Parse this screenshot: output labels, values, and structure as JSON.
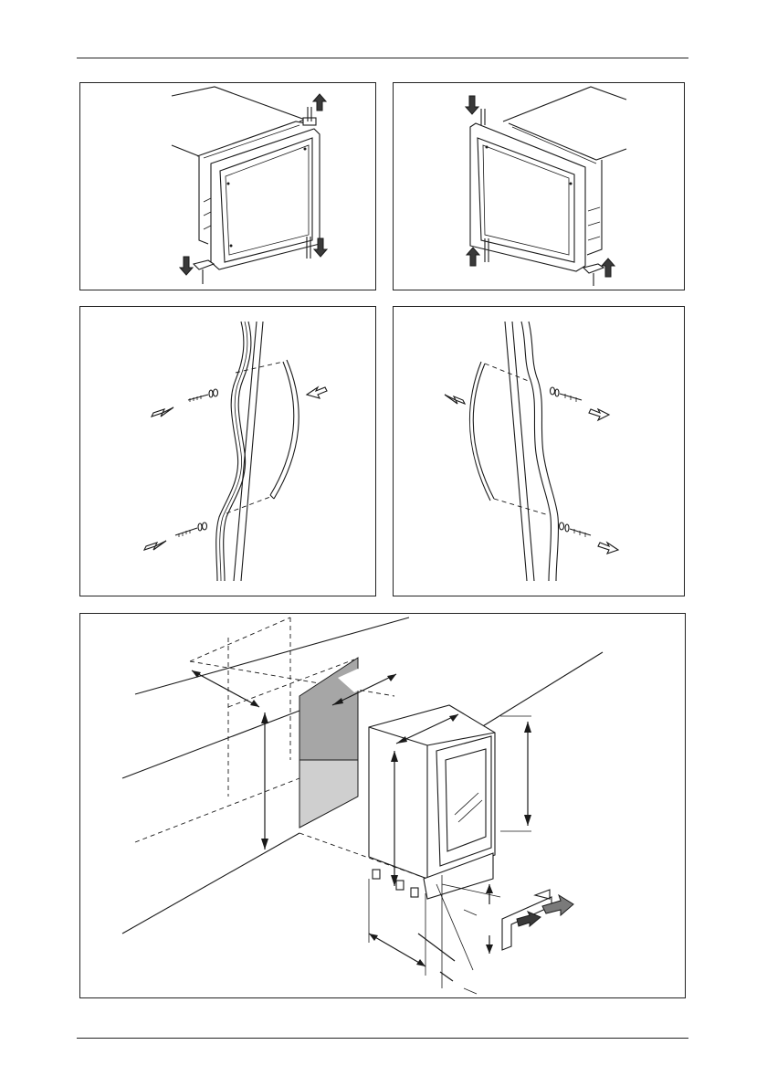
{
  "page": {
    "top_rule": "",
    "bottom_rule": ""
  },
  "figures": [
    {
      "id": "remove-door-left-hinges",
      "caption": ""
    },
    {
      "id": "mount-door-right-hinges",
      "caption": ""
    },
    {
      "id": "remove-handle",
      "caption": ""
    },
    {
      "id": "mount-handle-opposite",
      "caption": ""
    },
    {
      "id": "installation-niche-dimensions",
      "caption": ""
    }
  ],
  "colors": {
    "line": "#1a1a1a",
    "niche_shade_dark": "#a6a6a6",
    "niche_shade_light": "#cfcfcf",
    "arrow_fill_dark": "#3a3a3a",
    "arrow_fill_light": "#ffffff"
  },
  "icons": [
    "arrow-up-icon",
    "arrow-down-icon",
    "hinge-icon",
    "screw-icon",
    "handle-icon",
    "plinth-grille-icon"
  ]
}
